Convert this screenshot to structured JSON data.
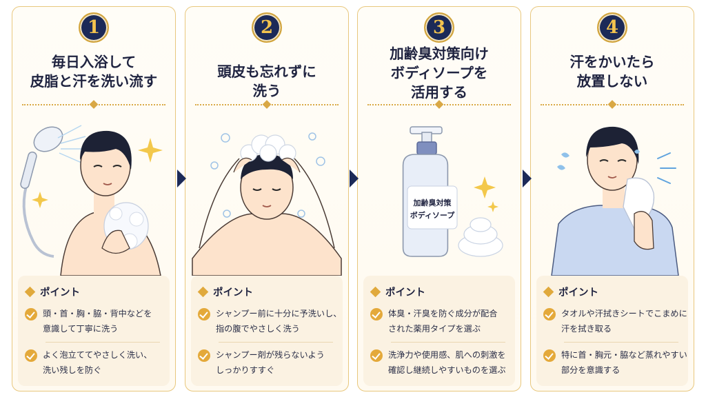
{
  "steps": [
    {
      "number": "1",
      "title_lines": [
        "毎日入浴して",
        "皮脂と汗を洗い流す"
      ],
      "point_label": "ポイント",
      "points": [
        {
          "lines": [
            "頭・首・胸・脇・背中などを",
            "意識して丁寧に洗う"
          ]
        },
        {
          "lines": [
            "よく泡立ててやさしく洗い、",
            "洗い残しを防ぐ"
          ]
        }
      ]
    },
    {
      "number": "2",
      "title_lines": [
        "頭皮も忘れずに",
        "洗う"
      ],
      "point_label": "ポイント",
      "points": [
        {
          "lines": [
            "シャンプー前に十分に予洗いし、",
            "指の腹でやさしく洗う"
          ]
        },
        {
          "lines": [
            "シャンプー剤が残らないよう",
            "しっかりすすぐ"
          ]
        }
      ]
    },
    {
      "number": "3",
      "title_lines": [
        "加齢臭対策向け",
        "ボディソープを",
        "活用する"
      ],
      "bottle_label_lines": [
        "加齢臭対策",
        "ボディソープ"
      ],
      "point_label": "ポイント",
      "points": [
        {
          "lines": [
            "体臭・汗臭を防ぐ成分が配合",
            "された薬用タイプを選ぶ"
          ]
        },
        {
          "lines": [
            "洗浄力や使用感、肌への刺激を",
            "確認し継続しやすいものを選ぶ"
          ]
        }
      ]
    },
    {
      "number": "4",
      "title_lines": [
        "汗をかいたら",
        "放置しない"
      ],
      "point_label": "ポイント",
      "points": [
        {
          "lines": [
            "タオルや汗拭きシートでこまめに",
            "汗を拭き取る"
          ]
        },
        {
          "lines": [
            "特に首・胸元・脇など蒸れやすい",
            "部分を意識する"
          ]
        }
      ]
    }
  ],
  "colors": {
    "navy": "#1c2a58",
    "gold": "#d9a845",
    "card_border": "#e8c77d",
    "panel_bg": "#fbf2e2",
    "check": "#e4a93a"
  },
  "icons": [
    "check-circle-icon",
    "diamond-icon",
    "chevron-right-icon"
  ]
}
